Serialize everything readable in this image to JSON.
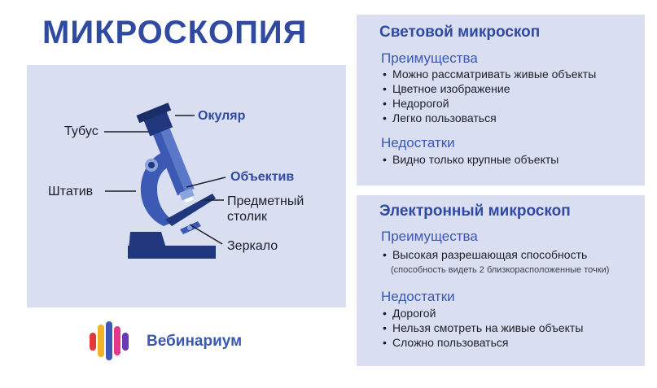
{
  "title": "МИКРОСКОПИЯ",
  "diagram": {
    "labels": {
      "ocular": "Окуляр",
      "tube": "Тубус",
      "objective": "Объектив",
      "stand": "Штатив",
      "stage": "Предметный столик",
      "mirror": "Зеркало"
    }
  },
  "brand": {
    "name": "Вебинариум"
  },
  "light_microscope": {
    "title": "Световой микроскоп",
    "pros_header": "Преимущества",
    "pros": [
      "Можно рассматривать живые объекты",
      "Цветное изображение",
      "Недорогой",
      "Легко пользоваться"
    ],
    "cons_header": "Недостатки",
    "cons": [
      "Видно только крупные объекты"
    ]
  },
  "electron_microscope": {
    "title": "Электронный микроскоп",
    "pros_header": "Преимущества",
    "pros": [
      "Высокая разрешающая способность"
    ],
    "pros_note": "(способность видеть 2 близкорасположенные точки)",
    "cons_header": "Недостатки",
    "cons": [
      "Дорогой",
      "Нельзя смотреть на живые объекты",
      "Сложно пользоваться"
    ]
  },
  "colors": {
    "accent": "#2f4aa0",
    "panel": "#d9dff0",
    "microscope_dark": "#20377d",
    "microscope_mid": "#3c5ab4",
    "microscope_light": "#8aa4de"
  }
}
